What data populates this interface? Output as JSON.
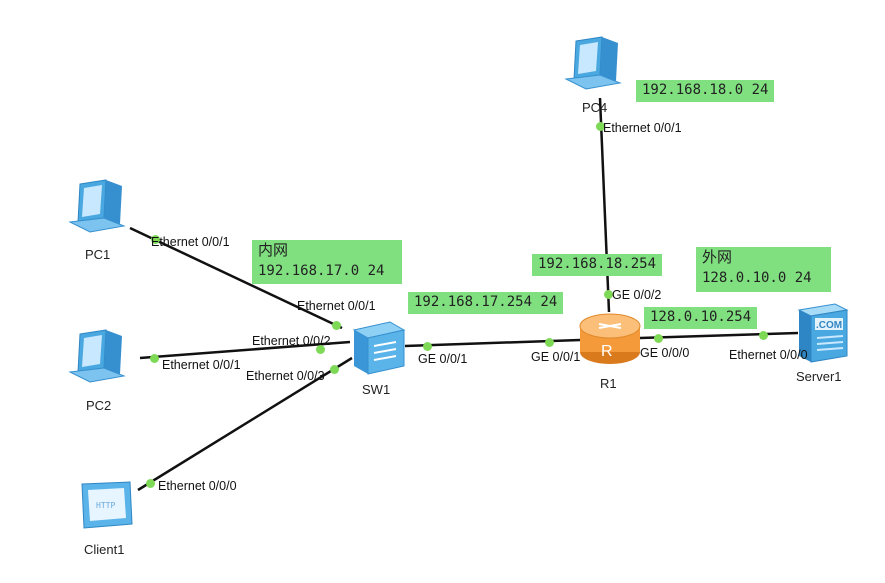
{
  "devices": {
    "pc1": "PC1",
    "pc2": "PC2",
    "pc4": "PC4",
    "client1": "Client1",
    "sw1": "SW1",
    "r1": "R1",
    "server1": "Server1"
  },
  "ports": {
    "pc4_eth": "Ethernet 0/0/1",
    "pc1_eth": "Ethernet 0/0/1",
    "pc2_eth": "Ethernet 0/0/1",
    "client1_eth": "Ethernet 0/0/0",
    "sw1_e1": "Ethernet 0/0/1",
    "sw1_e2": "Ethernet 0/0/2",
    "sw1_e3": "Ethernet 0/0/3",
    "sw1_ge": "GE 0/0/1",
    "r1_ge1": "GE 0/0/1",
    "r1_ge2": "GE 0/0/2",
    "r1_ge0": "GE 0/0/0",
    "server1_eth": "Ethernet 0/0/0"
  },
  "annotations": {
    "pc4_net": "192.168.18.0 24",
    "inner_title": "内网",
    "inner_net": "192.168.17.0 24",
    "outer_title": "外网",
    "outer_net": "128.0.10.0 24",
    "gw_17": "192.168.17.254 24",
    "gw_18": "192.168.18.254",
    "gw_128": "128.0.10.254"
  },
  "icons": {
    "pc": "desktop-computer",
    "switch": "layer2-switch",
    "router": "router",
    "server": "dns-server",
    "client": "http-client"
  },
  "colors": {
    "label_bg": "#80e080",
    "port_dot": "#7ed957",
    "link": "#111111",
    "pc_blue": "#4aa8e0",
    "router_orange": "#f59a3b"
  }
}
